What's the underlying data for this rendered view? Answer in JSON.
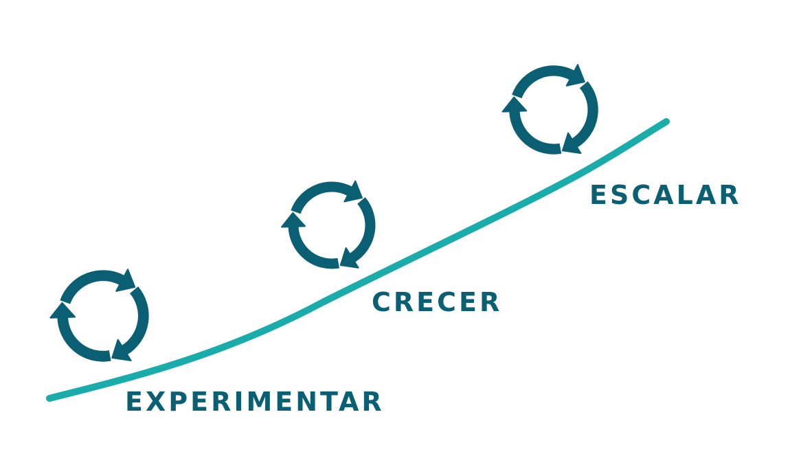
{
  "colors": {
    "trend_line": "#1aabab",
    "cycle_icon": "#0b5f73",
    "label_text": "#0b5f73",
    "background": "#ffffff"
  },
  "stages": [
    {
      "label": "EXPERIMENTAR",
      "icon": "refresh-cycle-icon"
    },
    {
      "label": "CRECER",
      "icon": "refresh-cycle-icon"
    },
    {
      "label": "ESCALAR",
      "icon": "refresh-cycle-icon"
    }
  ]
}
